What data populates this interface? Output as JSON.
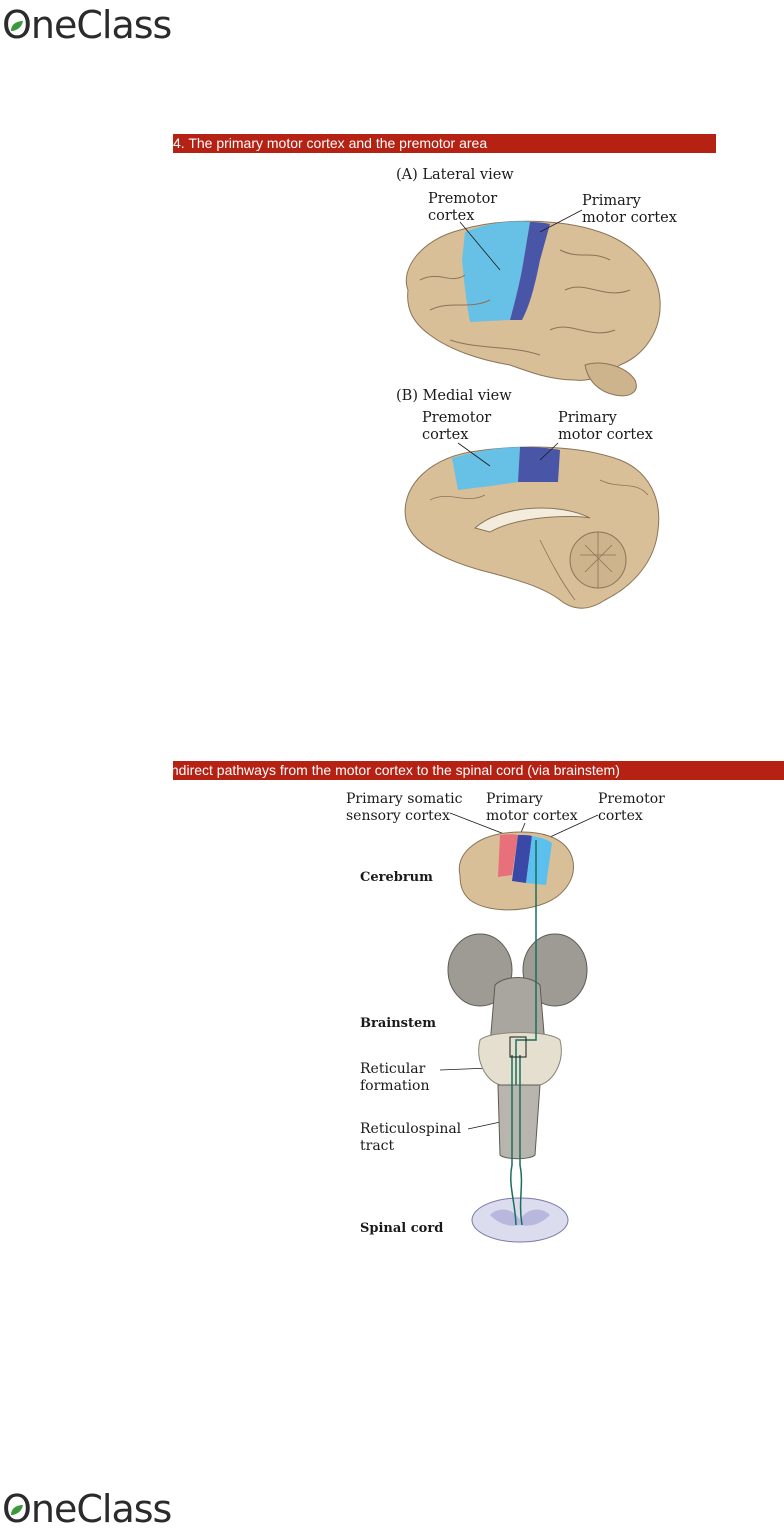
{
  "brand": {
    "logo_text": "OneClass"
  },
  "figure1": {
    "caption": "4. The primary motor cortex and the premotor area",
    "panel_a": {
      "title": "(A)  Lateral view",
      "label_left_1": "Premotor",
      "label_left_2": "cortex",
      "label_right_1": "Primary",
      "label_right_2": "motor cortex"
    },
    "panel_b": {
      "title": "(B)  Medial view",
      "label_left_1": "Premotor",
      "label_left_2": "cortex",
      "label_right_1": "Primary",
      "label_right_2": "motor cortex"
    }
  },
  "figure2": {
    "caption": "Indirect pathways from the motor cortex to the spinal cord (via brainstem)",
    "top_labels": {
      "somatic_1": "Primary somatic",
      "somatic_2": "sensory cortex",
      "motor_1": "Primary",
      "motor_2": "motor cortex",
      "premotor_1": "Premotor",
      "premotor_2": "cortex"
    },
    "side_labels": {
      "cerebrum": "Cerebrum",
      "brainstem": "Brainstem",
      "reticular_1": "Reticular",
      "reticular_2": "formation",
      "reticulospinal_1": "Reticulospinal",
      "reticulospinal_2": "tract",
      "spinal_cord": "Spinal cord"
    }
  },
  "colors": {
    "banner": "#b52214",
    "premotor": "#5bc0ee",
    "primary_motor": "#3a49a8",
    "somatic": "#e8707a",
    "brain": "#d8bf98",
    "tract": "#1a6e5e"
  }
}
